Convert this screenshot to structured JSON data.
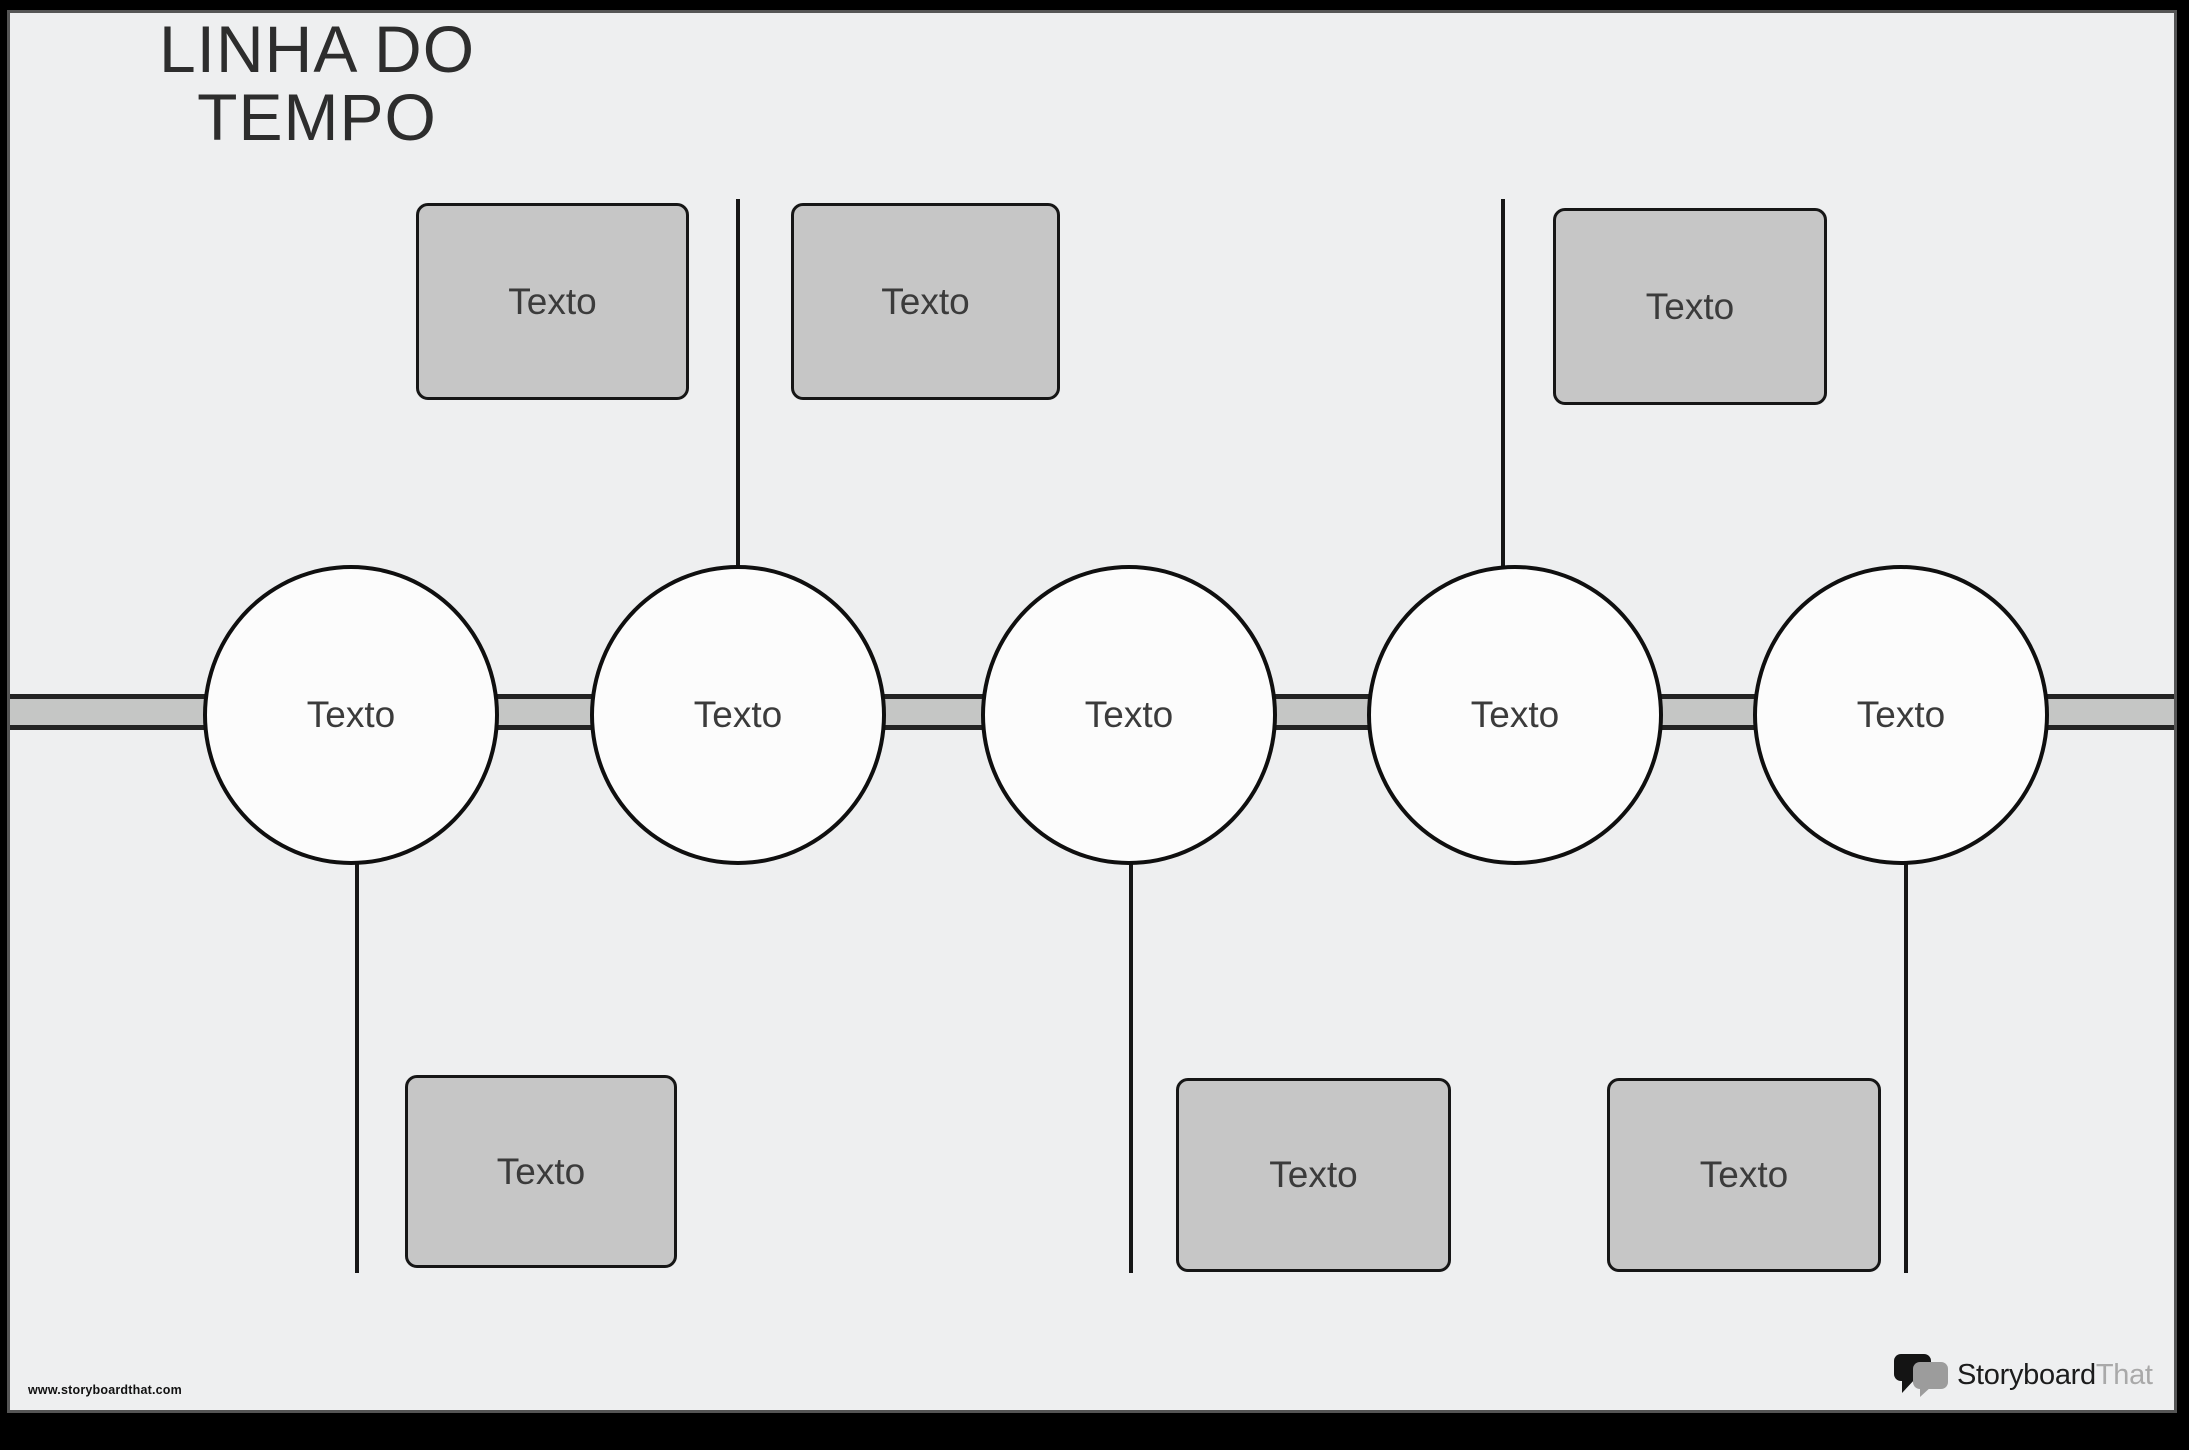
{
  "title": {
    "line1": "LINHA DO",
    "line2": "TEMPO"
  },
  "timeline": {
    "nodes": [
      {
        "label": "Texto"
      },
      {
        "label": "Texto"
      },
      {
        "label": "Texto"
      },
      {
        "label": "Texto"
      },
      {
        "label": "Texto"
      }
    ],
    "top_boxes": [
      {
        "label": "Texto"
      },
      {
        "label": "Texto"
      },
      {
        "label": "Texto"
      }
    ],
    "bottom_boxes": [
      {
        "label": "Texto"
      },
      {
        "label": "Texto"
      },
      {
        "label": "Texto"
      }
    ]
  },
  "footer": {
    "watermark": "www.storyboardthat.com",
    "logo": {
      "brand_black": "Storyboard",
      "brand_gray": "That"
    }
  },
  "colors": {
    "canvas_background": "#eeeff0",
    "frame_black": "#000000",
    "frame_gray": "#555555",
    "bar_fill": "#c5c6c5",
    "box_fill": "#c6c6c6",
    "node_fill": "#fcfcfc",
    "stroke": "#161616",
    "label_text": "#3b3b3b",
    "title_text": "#2d2d2d",
    "logo_gray": "#a9a9a9"
  }
}
